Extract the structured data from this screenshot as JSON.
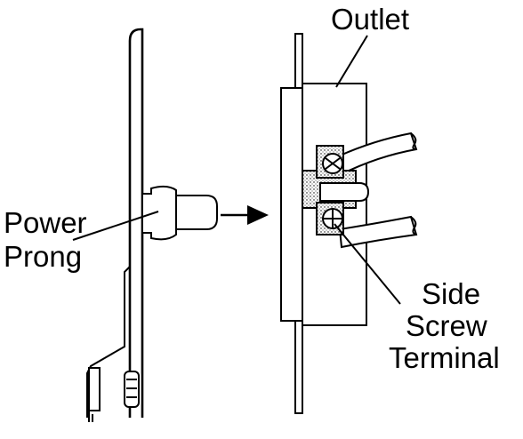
{
  "labels": {
    "outlet": "Outlet",
    "power_prong_line1": "Power",
    "power_prong_line2": "Prong",
    "side_screw_line1": "Side",
    "side_screw_line2": "Screw",
    "side_screw_line3": "Terminal"
  },
  "colors": {
    "stroke": "#000000",
    "background": "#ffffff",
    "stipple": "#000000"
  },
  "icons": {
    "arrow": "arrow-right-icon",
    "screw": "screw-icon"
  }
}
